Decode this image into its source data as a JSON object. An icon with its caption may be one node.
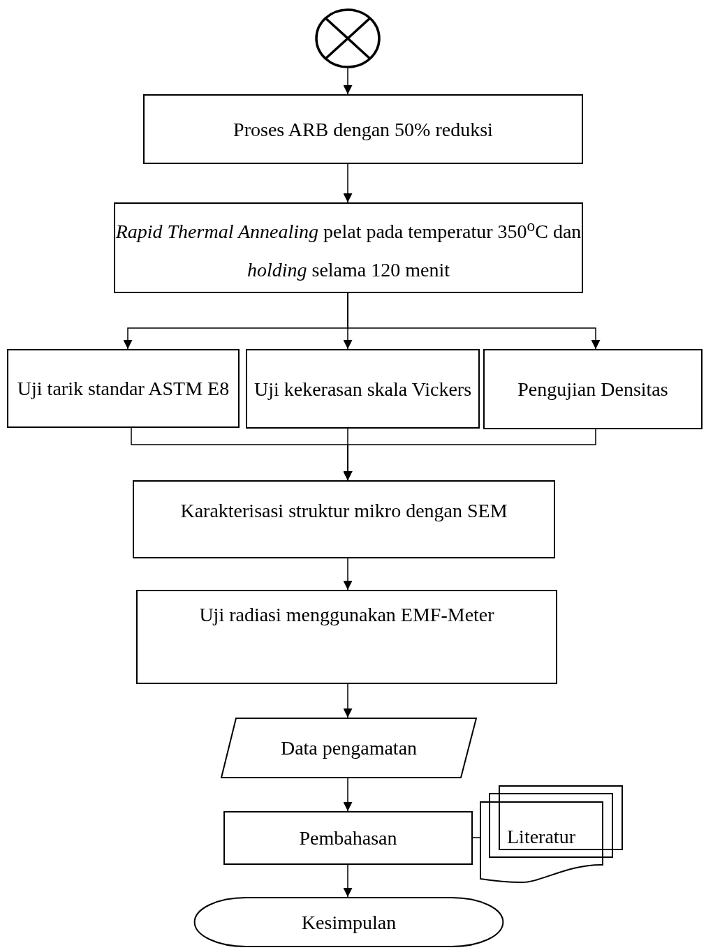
{
  "diagram": {
    "nodes": [
      {
        "text": [],
        "shape": "circle"
      },
      {
        "text": [
          "Proses ARB dengan 50% reduksi"
        ]
      },
      {
        "text": [
          "*Rapid Thermal Annealing*  pelat pada temperatur 350$^{o}$C dan *holding* selama 120 menit"
        ]
      },
      {
        "text": [
          "Uji tarik standar ASTM E8"
        ]
      },
      {
        "text": [
          "Uji kekerasan skala Vickers"
        ]
      },
      {
        "text": [
          "Pengujian Densitas"
        ]
      },
      {
        "text": [
          "Karakterisasi struktur mikro dengan SEM"
        ]
      },
      {
        "text": [
          "Uji radiasi menggunakan EMF-Meter"
        ]
      },
      {
        "text": [
          "Data pengamatan"
        ]
      },
      {
        "text": [
          "Pembahasan"
        ]
      },
      {
        "text": [
          "Literatur"
        ]
      },
      {
        "text": [
          "Kesimpulan"
        ]
      }
    ],
    "edges": [
      {
        "from": 0,
        "to": 1,
        "arrow": "to"
      },
      {
        "from": 1,
        "to": 2,
        "arrow": "to"
      },
      {
        "from": 2,
        "to": 3,
        "arrow": "to"
      },
      {
        "from": 2,
        "to": 4,
        "arrow": "to"
      },
      {
        "from": 2,
        "to": 5,
        "arrow": "to"
      },
      {
        "from": 3,
        "to": 6,
        "arrow": "to"
      },
      {
        "from": 4,
        "to": 6,
        "arrow": "to"
      },
      {
        "from": 5,
        "to": 6,
        "arrow": "to"
      },
      {
        "from": 6,
        "to": 7,
        "arrow": "to"
      },
      {
        "from": 7,
        "to": 8,
        "arrow": "to"
      },
      {
        "from": 8,
        "to": 9,
        "arrow": "to"
      },
      {
        "from": 9,
        "to": 10,
        "arrow": "none"
      },
      {
        "from": 9,
        "to": 11,
        "arrow": "to"
      }
    ]
  }
}
